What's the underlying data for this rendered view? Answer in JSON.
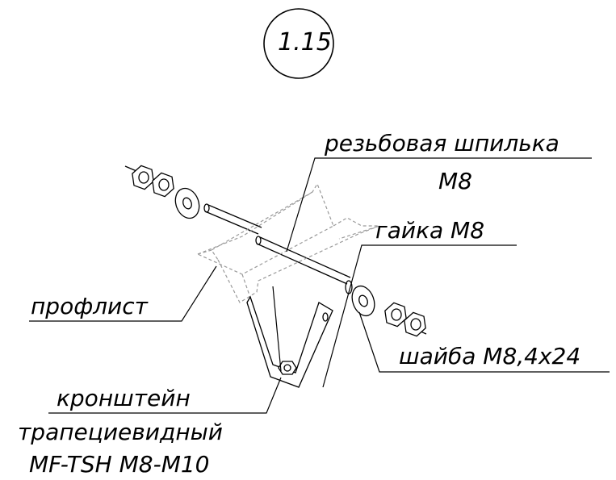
{
  "badge": {
    "text": "1.15"
  },
  "labels": {
    "stud_line1": "резьбовая шпилька",
    "stud_line2": "М8",
    "nut": "гайка М8",
    "profile": "профлист",
    "washer": "шайба М8,4х24",
    "bracket_line1": "кронштейн",
    "bracket_line2": "трапециевидный",
    "bracket_line3": "MF-TSH M8-M10"
  },
  "colors": {
    "ink": "#000000",
    "hidden": "#9a9a9a",
    "background": "#ffffff"
  }
}
